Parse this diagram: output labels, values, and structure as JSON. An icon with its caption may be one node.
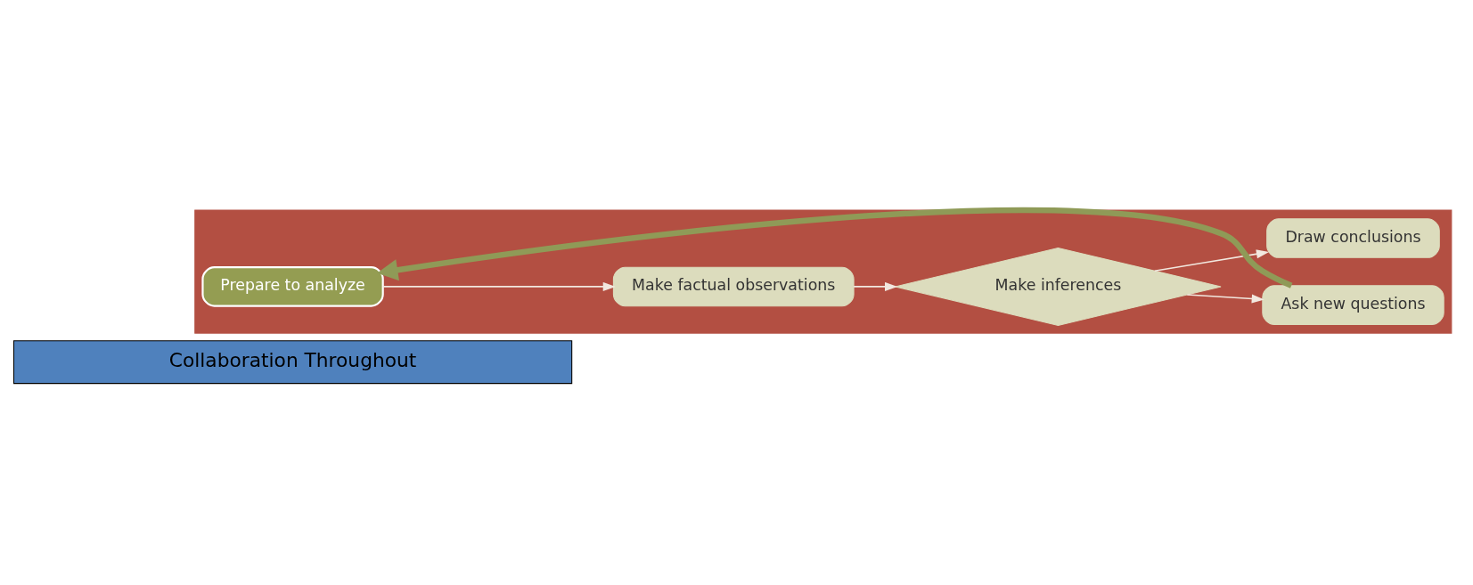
{
  "diagram": {
    "nodes": [
      {
        "text": [
          "Collaboration Throughout"
        ]
      },
      {
        "text": [],
        "shape": "arrow"
      },
      {
        "text": [
          "Prepare to analyze"
        ],
        "in": 1
      },
      {
        "text": [
          "Make factual observations"
        ],
        "in": 1
      },
      {
        "text": [
          "Make inferences"
        ],
        "in": 1
      },
      {
        "text": [
          "Ask new questions"
        ],
        "in": 1
      },
      {
        "text": [
          "Draw conclusions"
        ],
        "in": 1
      }
    ],
    "edges": [
      {
        "from": 2,
        "to": 3,
        "arrow": "to"
      },
      {
        "from": 3,
        "to": 4,
        "arrow": "to"
      },
      {
        "from": 4,
        "to": 5,
        "arrow": "to"
      },
      {
        "from": 4,
        "to": 6,
        "arrow": "to"
      },
      {
        "from": 5,
        "to": 2,
        "arrow": "to",
        "style": "thick",
        "color": "#8f9a57"
      }
    ]
  }
}
